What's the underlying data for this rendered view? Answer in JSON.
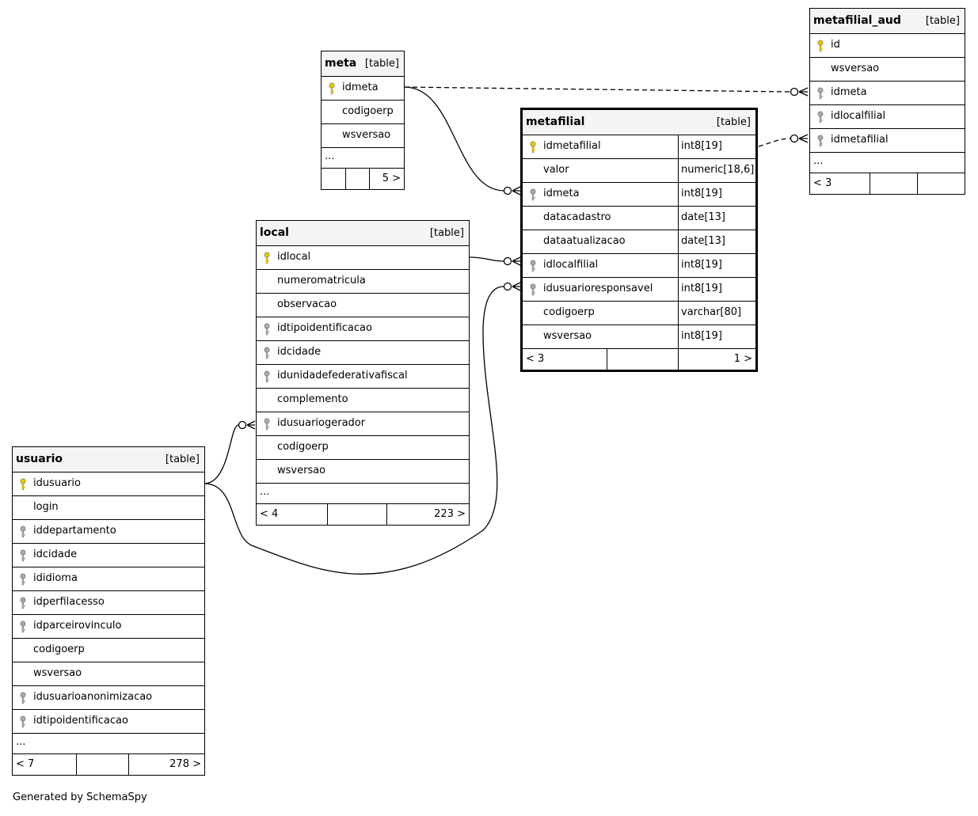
{
  "tables": {
    "meta": {
      "name": "meta",
      "type": "[table]",
      "columns": [
        {
          "name": "idmeta",
          "key": "primary"
        },
        {
          "name": "codigoerp",
          "key": "none"
        },
        {
          "name": "wsversao",
          "key": "none"
        }
      ],
      "more": "...",
      "parents": "",
      "children": "5 >"
    },
    "metafilial_aud": {
      "name": "metafilial_aud",
      "type": "[table]",
      "columns": [
        {
          "name": "id",
          "key": "primary"
        },
        {
          "name": "wsversao",
          "key": "none"
        },
        {
          "name": "idmeta",
          "key": "foreign"
        },
        {
          "name": "idlocalfilial",
          "key": "foreign"
        },
        {
          "name": "idmetafilial",
          "key": "foreign"
        }
      ],
      "more": "...",
      "parents": "< 3",
      "children": ""
    },
    "metafilial": {
      "name": "metafilial",
      "type": "[table]",
      "columns": [
        {
          "name": "idmetafilial",
          "key": "primary",
          "datatype": "int8[19]"
        },
        {
          "name": "valor",
          "key": "none",
          "datatype": "numeric[18,6]"
        },
        {
          "name": "idmeta",
          "key": "foreign",
          "datatype": "int8[19]"
        },
        {
          "name": "datacadastro",
          "key": "none",
          "datatype": "date[13]"
        },
        {
          "name": "dataatualizacao",
          "key": "none",
          "datatype": "date[13]"
        },
        {
          "name": "idlocalfilial",
          "key": "foreign",
          "datatype": "int8[19]"
        },
        {
          "name": "idusuarioresponsavel",
          "key": "foreign",
          "datatype": "int8[19]"
        },
        {
          "name": "codigoerp",
          "key": "none",
          "datatype": "varchar[80]"
        },
        {
          "name": "wsversao",
          "key": "none",
          "datatype": "int8[19]"
        }
      ],
      "parents": "< 3",
      "children": "1 >"
    },
    "local": {
      "name": "local",
      "type": "[table]",
      "columns": [
        {
          "name": "idlocal",
          "key": "primary"
        },
        {
          "name": "numeromatricula",
          "key": "none"
        },
        {
          "name": "observacao",
          "key": "none"
        },
        {
          "name": "idtipoidentificacao",
          "key": "foreign"
        },
        {
          "name": "idcidade",
          "key": "foreign"
        },
        {
          "name": "idunidadefederativafiscal",
          "key": "foreign"
        },
        {
          "name": "complemento",
          "key": "none"
        },
        {
          "name": "idusuariogerador",
          "key": "foreign"
        },
        {
          "name": "codigoerp",
          "key": "none"
        },
        {
          "name": "wsversao",
          "key": "none"
        }
      ],
      "more": "...",
      "parents": "< 4",
      "children": "223 >"
    },
    "usuario": {
      "name": "usuario",
      "type": "[table]",
      "columns": [
        {
          "name": "idusuario",
          "key": "primary"
        },
        {
          "name": "login",
          "key": "none"
        },
        {
          "name": "iddepartamento",
          "key": "foreign"
        },
        {
          "name": "idcidade",
          "key": "foreign"
        },
        {
          "name": "ididioma",
          "key": "foreign"
        },
        {
          "name": "idperfilacesso",
          "key": "foreign"
        },
        {
          "name": "idparceirovinculo",
          "key": "foreign"
        },
        {
          "name": "codigoerp",
          "key": "none"
        },
        {
          "name": "wsversao",
          "key": "none"
        },
        {
          "name": "idusuarioanonimizacao",
          "key": "foreign"
        },
        {
          "name": "idtipoidentificacao",
          "key": "foreign"
        }
      ],
      "more": "...",
      "parents": "< 7",
      "children": "278 >"
    }
  },
  "colors": {
    "primary_key": "#e8c700",
    "foreign_key": "#a8a8a8",
    "header_bg": "#f4f4f4"
  },
  "icons": {
    "primary": "key-icon",
    "foreign": "key-icon"
  },
  "footer": {
    "credit": "Generated by SchemaSpy"
  }
}
